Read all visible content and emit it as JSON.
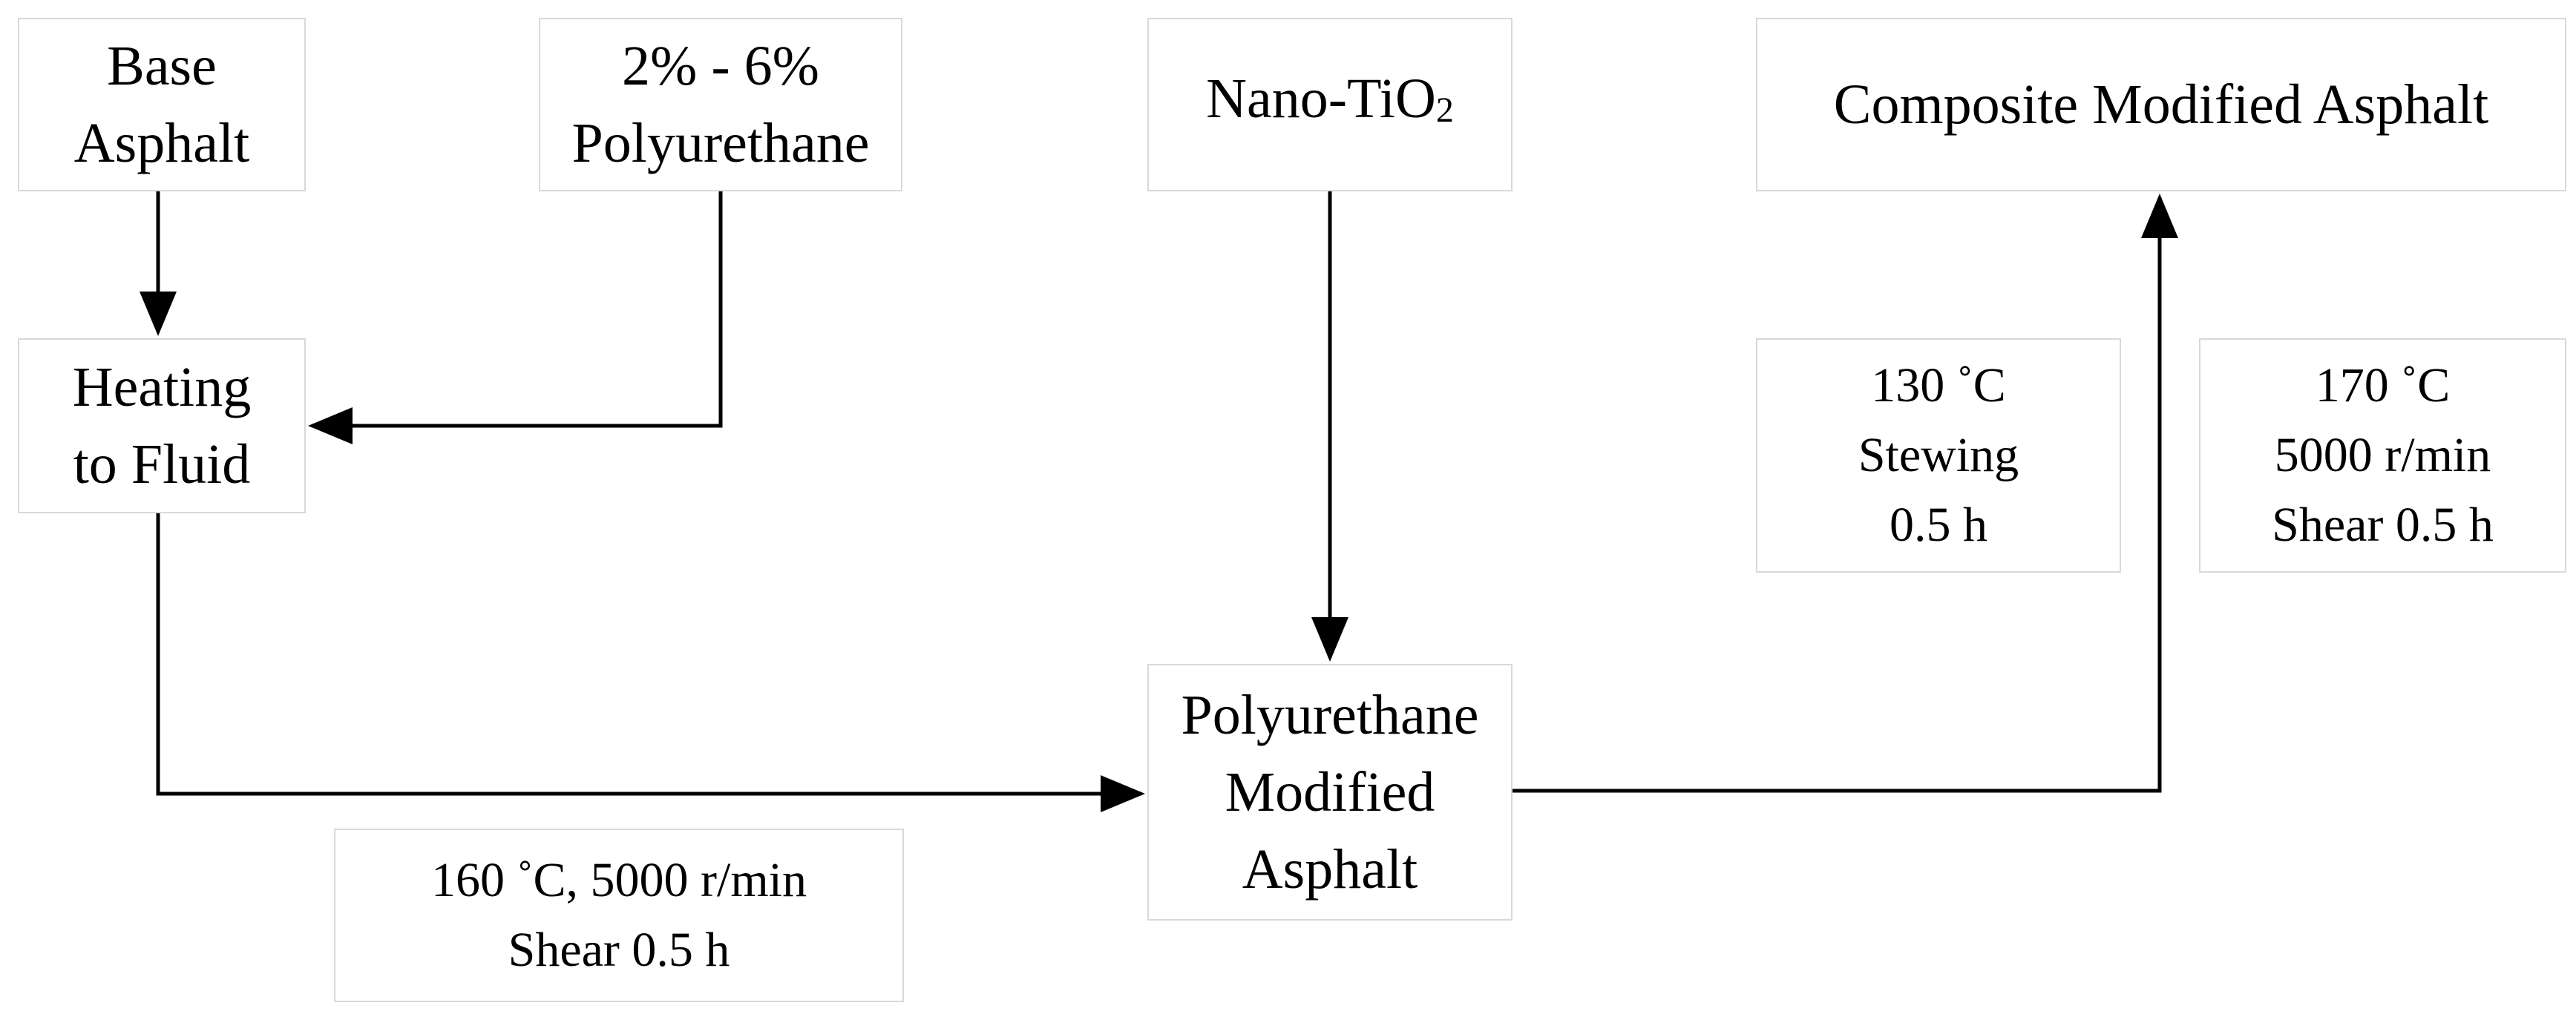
{
  "diagram": {
    "nodes": {
      "base_asphalt": {
        "lines": [
          "Base",
          "Asphalt"
        ]
      },
      "polyurethane": {
        "lines": [
          "2% - 6%",
          "Polyurethane"
        ]
      },
      "nano_tio2": {
        "prefix": "Nano-TiO",
        "subscript": "2"
      },
      "composite": {
        "lines": [
          "Composite Modified Asphalt"
        ]
      },
      "heating": {
        "lines": [
          "Heating",
          "to Fluid"
        ]
      },
      "pu_modified": {
        "lines": [
          "Polyurethane",
          "Modified",
          "Asphalt"
        ]
      }
    },
    "conditions": {
      "shear_160": {
        "lines": [
          "160 ˚C, 5000 r/min",
          "Shear 0.5 h"
        ]
      },
      "stewing_130": {
        "lines": [
          "130 ˚C",
          "Stewing",
          "0.5 h"
        ]
      },
      "shear_170": {
        "lines": [
          "170 ˚C",
          "5000 r/min",
          "Shear 0.5 h"
        ]
      }
    },
    "colors": {
      "arrow": "#000000",
      "box_border": "#d9d9d9",
      "text": "#000000"
    }
  }
}
